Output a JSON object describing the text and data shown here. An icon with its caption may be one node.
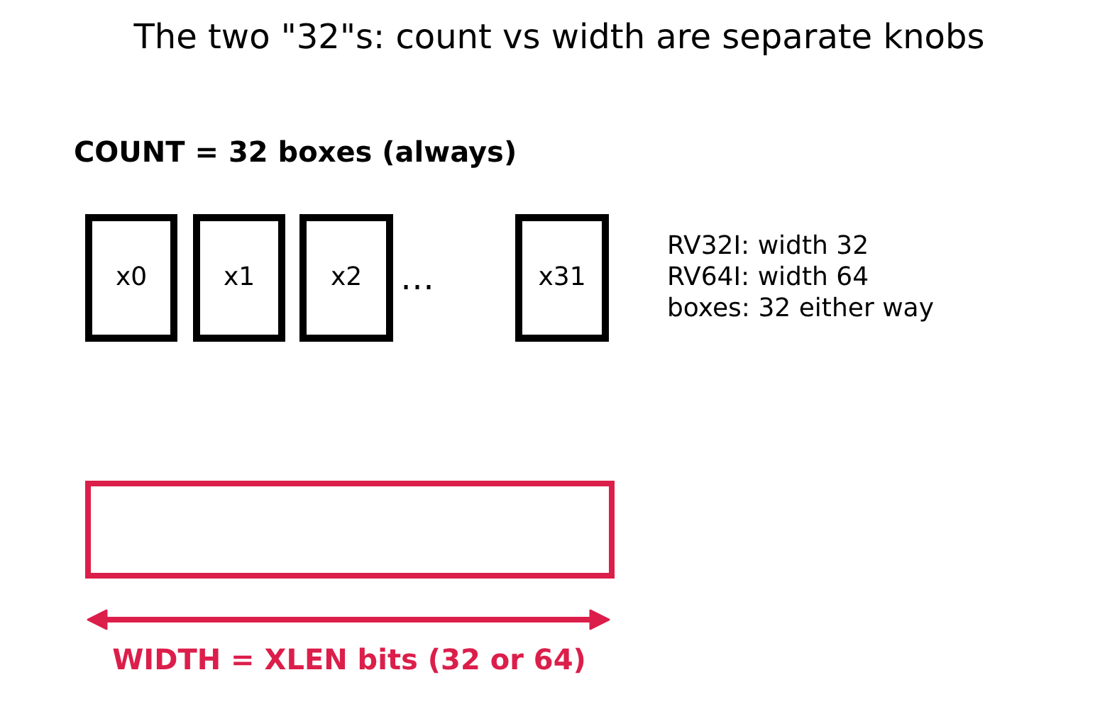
{
  "diagram": {
    "title": "The two \"32\"s: count vs width are separate knobs",
    "nodes": [
      {
        "text": [
          "x0"
        ]
      },
      {
        "text": [
          "x1"
        ]
      },
      {
        "text": [
          "x2"
        ]
      },
      {
        "text": [
          "x31"
        ]
      },
      {
        "text": [],
        "shape": "box"
      }
    ],
    "labels": [
      "COUNT = 32 boxes (always)",
      "…",
      "RV32I: width 32",
      "RV64I: width 64",
      "boxes: 32 either way",
      "WIDTH = XLEN bits (32 or 64)"
    ]
  }
}
